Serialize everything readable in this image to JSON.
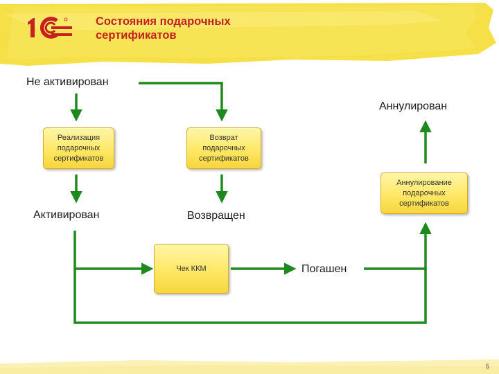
{
  "title": "Состояния подарочных\nсертификатов",
  "colors": {
    "accent": "#c4211f",
    "highlight": "#f7e04a",
    "arrow": "#1e8a1e",
    "box": "#ffe866"
  },
  "states": {
    "not_activated": "Не активирован",
    "cancelled": "Аннулирован",
    "activated": "Активирован",
    "returned": "Возвращен",
    "redeemed": "Погашен"
  },
  "processes": {
    "sale": "Реализация\nподарочных\nсертификатов",
    "return": "Возврат\nподарочных\nсертификатов",
    "cancel": "Аннулирование\nподарочных\nсертификатов",
    "receipt": "Чек ККМ"
  },
  "page_number": "5"
}
